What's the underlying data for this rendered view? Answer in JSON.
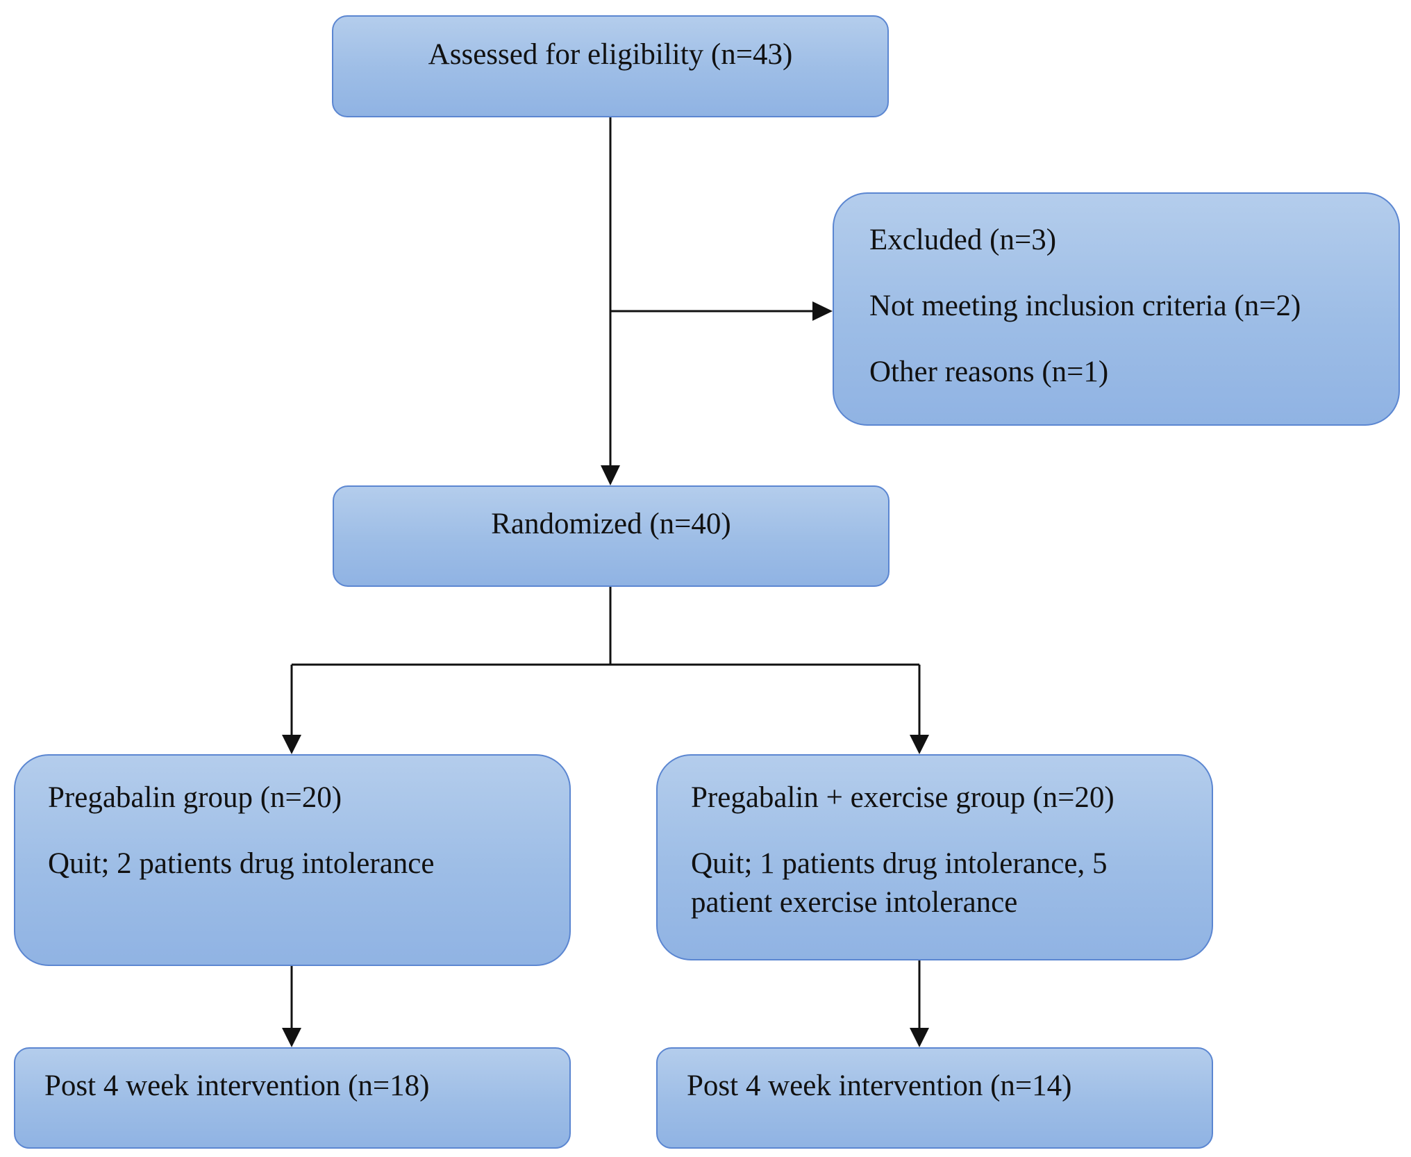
{
  "nodes": {
    "assessed": {
      "text": "Assessed for eligibility (n=43)"
    },
    "excluded": {
      "title": "Excluded (n=3)",
      "line1": "Not meeting inclusion criteria (n=2)",
      "line2": "Other reasons (n=1)"
    },
    "randomized": {
      "text": "Randomized (n=40)"
    },
    "pregabalin": {
      "title": "Pregabalin group (n=20)",
      "quit": "Quit; 2 patients drug intolerance"
    },
    "pregabalin_exercise": {
      "title": "Pregabalin + exercise group (n=20)",
      "quit_line1": "Quit; 1 patients drug intolerance, 5",
      "quit_line2": "patient exercise intolerance"
    },
    "post_pregabalin": {
      "text": "Post 4 week intervention (n=18)"
    },
    "post_exercise": {
      "text": "Post 4 week intervention (n=14)"
    }
  },
  "colors": {
    "box_fill_top": "#b4cdec",
    "box_fill_bottom": "#90b3e3",
    "box_border": "#5b86d1",
    "connector": "#111111",
    "text": "#111111"
  }
}
